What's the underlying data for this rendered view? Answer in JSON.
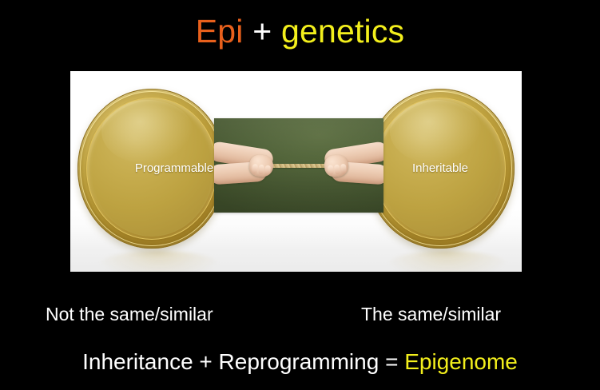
{
  "slide": {
    "background_color": "#000000",
    "title": {
      "part_epi": "Epi",
      "part_plus": "+",
      "part_genetics": "genetics",
      "color_epi": "#e8601c",
      "color_plus": "#ffffff",
      "color_genetics": "#f3ef1c"
    },
    "figure": {
      "panel_background": "#ffffff",
      "coin_color": "#c3a745",
      "photo_background": "#4a5c32",
      "left_coin_label": "Programmable",
      "right_coin_label": "Inheritable",
      "coin_label_color": "#ffffff",
      "photo_description": "Two pairs of hands pulling opposite ends of a rope in a tug of war"
    },
    "captions": {
      "left": "Not the same/similar",
      "right": "The same/similar",
      "color": "#ffffff"
    },
    "equation": {
      "terms": "Inheritance + Reprogramming = ",
      "result": "Epigenome",
      "terms_color": "#ffffff",
      "result_color": "#f3ef1c"
    }
  }
}
